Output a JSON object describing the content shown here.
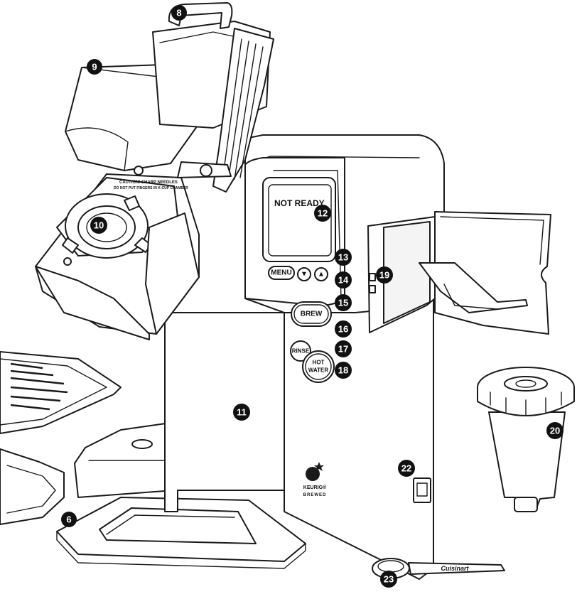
{
  "diagram": {
    "screen_text": "NOT READY",
    "buttons": {
      "menu": "MENU",
      "down": "▼",
      "up": "▲",
      "brew": "BREW",
      "rinse": "RINSE",
      "hot_water_line1": "HOT",
      "hot_water_line2": "WATER"
    },
    "logo": {
      "brand": "KEURIG®",
      "sub": "BREWED"
    },
    "scoop_text": "Cuisinart",
    "caution_text": "CAUTION! SHARP NEEDLES",
    "caution_text2": "DO NOT PUT FINGERS IN K-CUP CHAMBER",
    "callouts": [
      "6",
      "8",
      "9",
      "10",
      "11",
      "12",
      "13",
      "14",
      "15",
      "16",
      "17",
      "18",
      "19",
      "20",
      "22",
      "23"
    ]
  }
}
